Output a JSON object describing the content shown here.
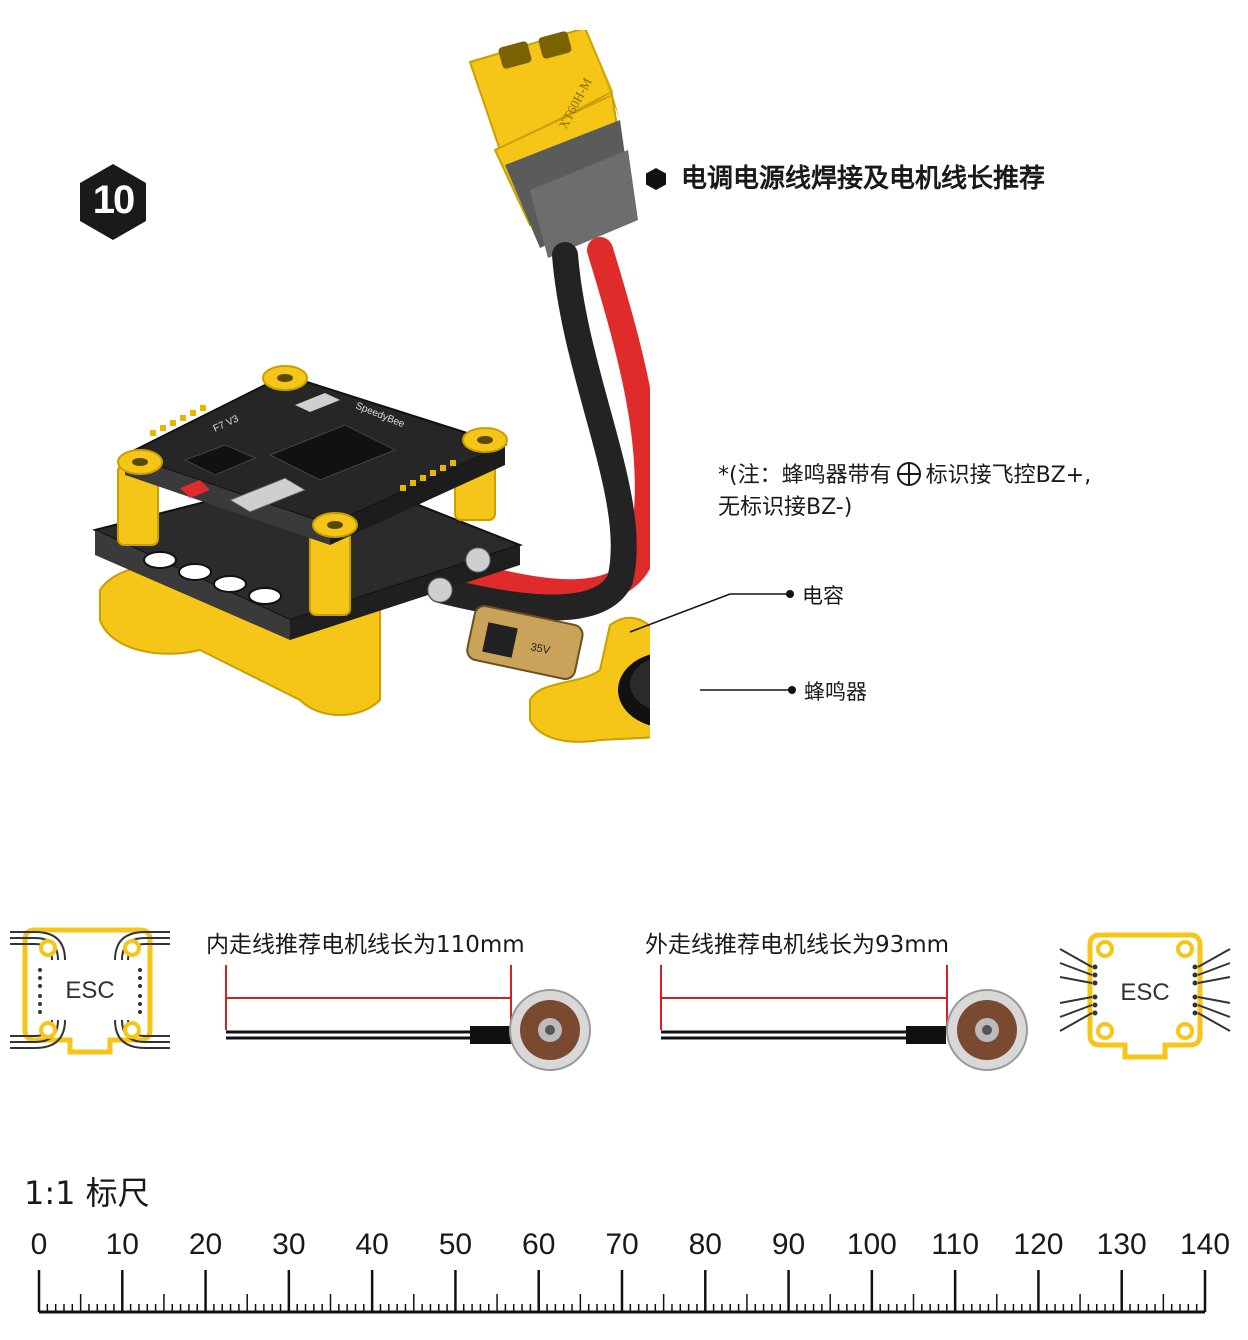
{
  "step": {
    "number": "10",
    "icon": "hexagon-badge"
  },
  "heading": {
    "text": "电调电源线焊接及电机线长推荐",
    "bullet_icon": "hexagon-bullet"
  },
  "note": {
    "line1_before": "*(注：蜂鸣器带有",
    "symbol": "plus-circle",
    "line1_after": "标识接飞控BZ+,",
    "line2": "无标识接BZ-)"
  },
  "callouts": {
    "capacitor": "电容",
    "buzzer": "蜂鸣器"
  },
  "product_labels": {
    "connector": "XT60H-M",
    "board": "SpeedyBee",
    "model": "F7 V3",
    "capacitor_rating": "35V"
  },
  "wiring": {
    "inner": {
      "label": "内走线推荐电机线长为110mm",
      "esc_label": "ESC"
    },
    "outer": {
      "label": "外走线推荐电机线长为93mm",
      "esc_label": "ESC"
    }
  },
  "ruler": {
    "title": "1:1 标尺",
    "unit": "mm",
    "range": [
      0,
      140
    ],
    "labels": [
      "0",
      "10",
      "20",
      "30",
      "40",
      "50",
      "60",
      "70",
      "80",
      "90",
      "100",
      "110",
      "120",
      "130",
      "140"
    ]
  },
  "colors": {
    "yellow": "#F5C518",
    "pcb": "#2b2b2b",
    "red_wire": "#e02b2b",
    "black_wire": "#222222",
    "dimension_red": "#d42020"
  }
}
